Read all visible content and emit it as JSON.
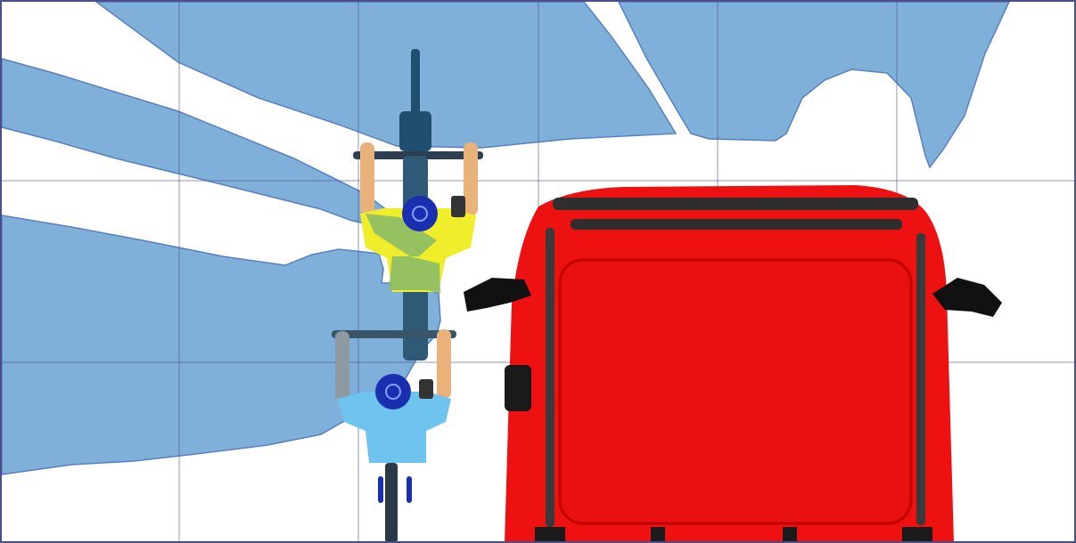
{
  "colors": {
    "background": "#ffffff",
    "grid_line": "#4a4f8a",
    "visibility_zone": "#7fb0da",
    "visibility_edge": "#5a7fc0",
    "vehicle_body": "#ee1111",
    "vehicle_dark": "#c00000",
    "vehicle_trim": "#2e2e2e",
    "mirror": "#111111",
    "cyclist_front_jersey": "#f0ee2a",
    "cyclist_front_overlap": "#86b86a",
    "cyclist_rear_jersey": "#6fc3ef",
    "helmet": "#1a2fb0",
    "bicycle": "#1f4f6e",
    "skin": "#e9b27a"
  },
  "scene": {
    "view": "top-down",
    "vehicle": "truck-cab",
    "cyclists": [
      "cyclist-front",
      "cyclist-rear"
    ],
    "grid_columns": 6,
    "grid_rows": 3
  }
}
